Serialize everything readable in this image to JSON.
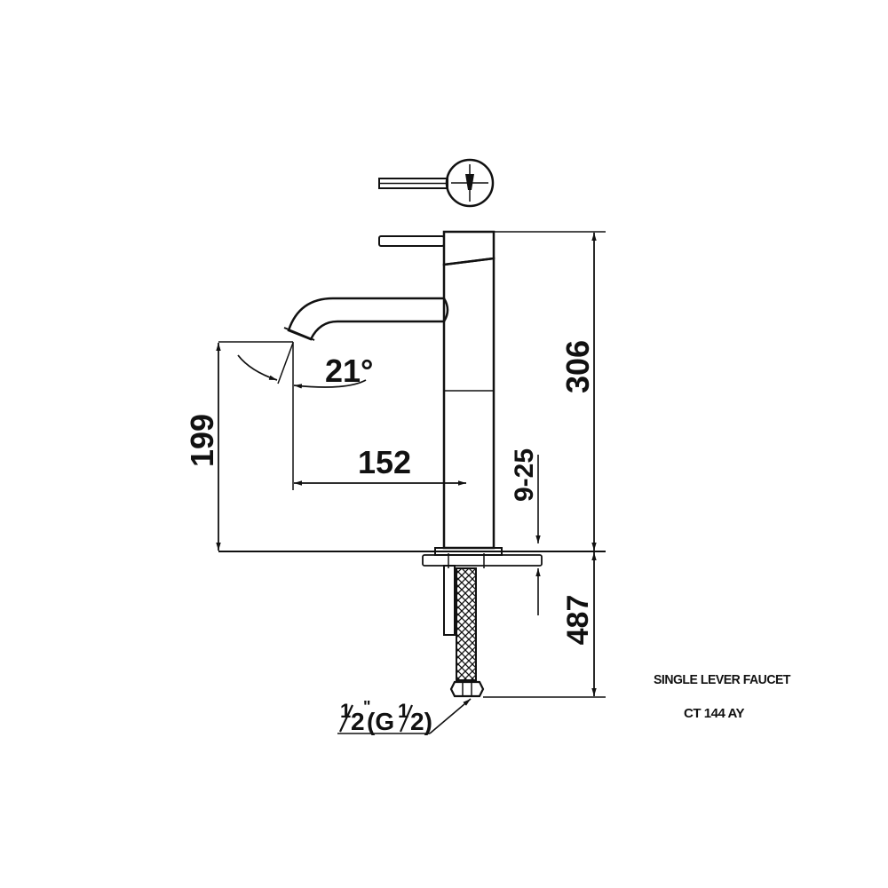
{
  "drawing": {
    "title": "SINGLE LEVER FAUCET",
    "model": "CT 144 AY",
    "dimensions": {
      "total_height": "306",
      "spout_height": "199",
      "spout_reach": "152",
      "spout_angle": "21°",
      "deck_thickness": "9-25",
      "hose_length": "487"
    },
    "connection": {
      "whole": "1",
      "half": "2",
      "inch_mark": "\"",
      "open_paren_g": "(G",
      "close_part": "2)"
    }
  }
}
